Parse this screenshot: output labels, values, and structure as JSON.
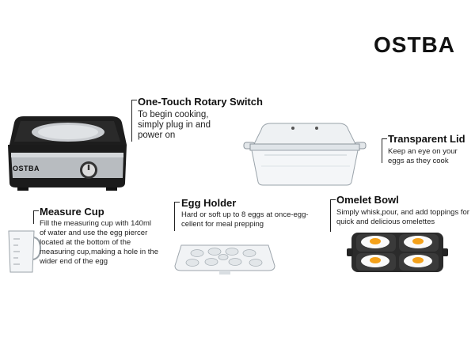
{
  "brand": {
    "logo_text": "OSTBA"
  },
  "features": {
    "rotary_switch": {
      "title": "One-Touch Rotary Switch",
      "description": "To begin cooking, simply plug in and power on"
    },
    "transparent_lid": {
      "title": "Transparent Lid",
      "description": "Keep an eye on your eggs as they cook"
    },
    "egg_holder": {
      "title": "Egg Holder",
      "description": "Hard or soft up to 8 eggs at once-egg-cellent for meal prepping"
    },
    "omelet_bowl": {
      "title": "Omelet Bowl",
      "description": "Simply whisk,pour, and add toppings for quick and delicious omelettes"
    },
    "measure_cup": {
      "title": "Measure Cup",
      "description": "Fill the measuring cup with 140ml of water and use the egg piercer located at the bottom of the measuring cup,making a hole in the wider end of the egg"
    }
  },
  "cooker_badge": "OSTBA",
  "colors": {
    "background": "#ffffff",
    "text": "#111111",
    "steel": "#b8bcc0",
    "body_black": "#1b1b1b",
    "yolk": "#f4a11a"
  },
  "icons": [
    "egg-cooker-image",
    "lid-image",
    "egg-holder-tray-image",
    "omelet-bowl-image",
    "measure-cup-image"
  ]
}
